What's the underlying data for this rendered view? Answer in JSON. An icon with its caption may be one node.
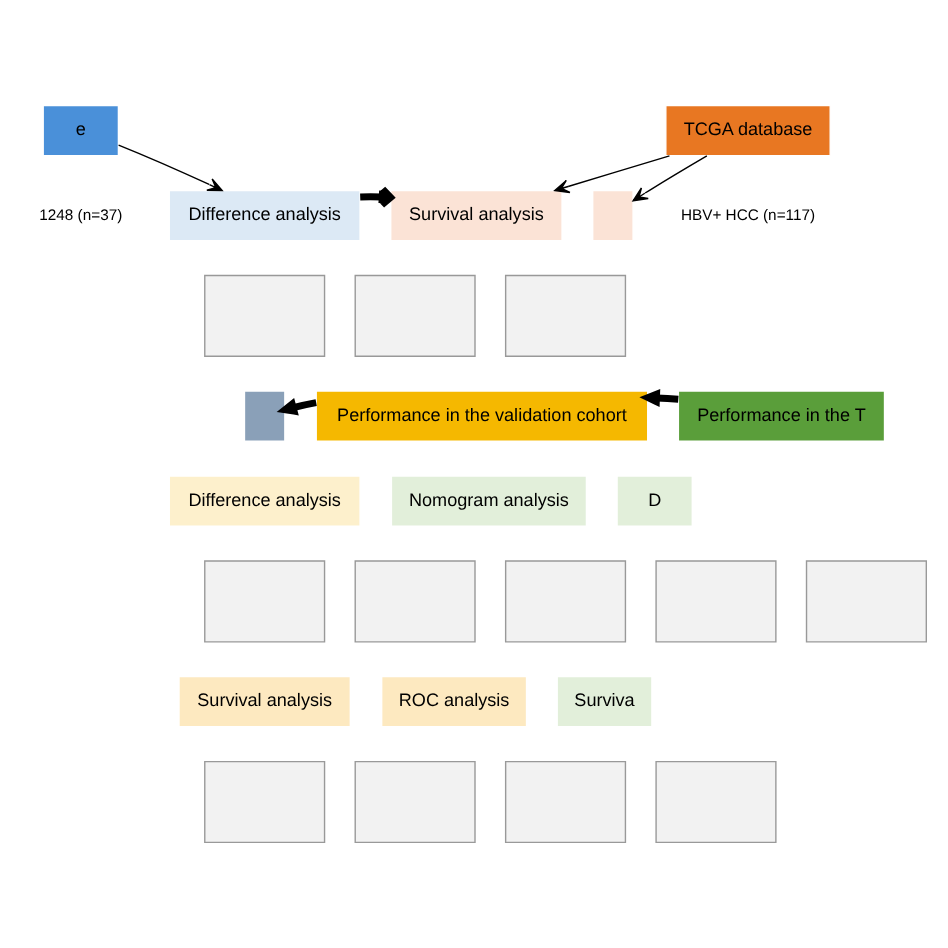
{
  "diagram": {
    "nodes": [
      {
        "text": [
          "e"
        ],
        "beside": [
          "1248 (n=37)"
        ]
      },
      {
        "text": [
          "TCGA database"
        ],
        "beside": [
          "HBV+ HCC (n=117)"
        ]
      },
      {
        "text": [
          "Difference analysis"
        ]
      },
      {
        "text": [
          "Survival analysis"
        ]
      },
      {
        "text": [],
        "shape": "box"
      },
      {
        "text": [],
        "shape": "box"
      },
      {
        "text": [],
        "shape": "box"
      },
      {
        "text": [],
        "shape": "box"
      },
      {
        "text": [],
        "shape": "box"
      },
      {
        "text": [
          "Performance in the validation cohort"
        ]
      },
      {
        "text": [
          "Performance in the T"
        ]
      },
      {
        "text": [
          "Difference analysis"
        ]
      },
      {
        "text": [
          "Nomogram analysis"
        ]
      },
      {
        "text": [
          "D"
        ]
      },
      {
        "text": [],
        "shape": "box"
      },
      {
        "text": [],
        "shape": "box"
      },
      {
        "text": [],
        "shape": "box"
      },
      {
        "text": [],
        "shape": "box"
      },
      {
        "text": [],
        "shape": "box"
      },
      {
        "text": [
          "Survival analysis"
        ]
      },
      {
        "text": [
          "ROC analysis"
        ]
      },
      {
        "text": [
          "Surviva"
        ]
      },
      {
        "text": [],
        "shape": "box"
      },
      {
        "text": [],
        "shape": "box"
      },
      {
        "text": [],
        "shape": "box"
      },
      {
        "text": [],
        "shape": "box"
      }
    ],
    "edges": [
      {
        "from": 0,
        "to": 2,
        "arrow": "to"
      },
      {
        "from": 1,
        "to": 3,
        "arrow": "to"
      },
      {
        "from": 1,
        "to": 4,
        "arrow": "to"
      },
      {
        "from": 2,
        "to": 3,
        "arrow": "to",
        "style": "thick"
      },
      {
        "from": 10,
        "to": 9,
        "arrow": "to",
        "style": "thick"
      },
      {
        "from": 9,
        "to": 8,
        "arrow": "to",
        "style": "thick"
      }
    ]
  }
}
